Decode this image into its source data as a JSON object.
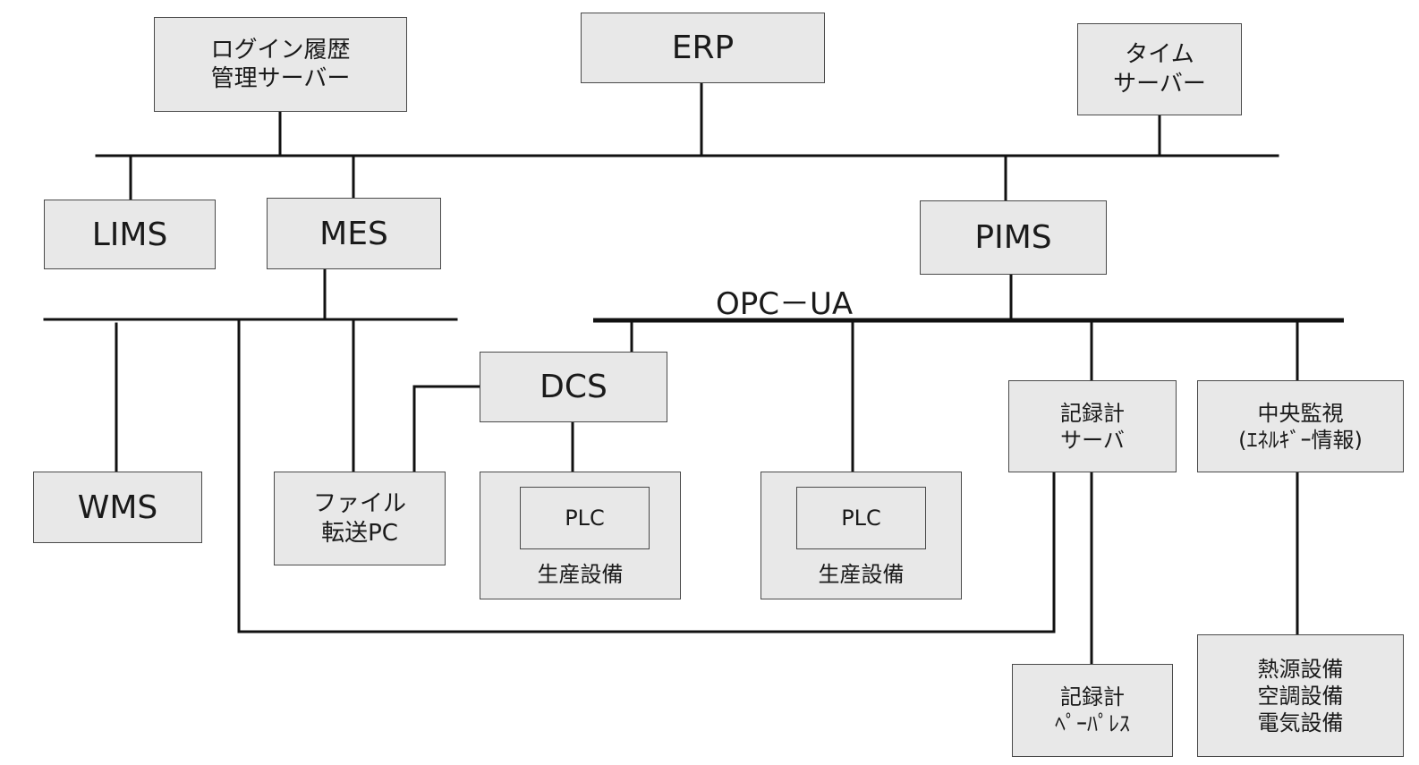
{
  "nodes": {
    "login_server": "ログイン履歴\n管理サーバー",
    "erp": "ERP",
    "time_server": "タイム\nサーバー",
    "lims": "LIMS",
    "mes": "MES",
    "pims": "PIMS",
    "wms": "WMS",
    "file_transfer_pc": "ファイル\n転送PC",
    "dcs": "DCS",
    "plc_1": "PLC",
    "equipment_1": "生産設備",
    "plc_2": "PLC",
    "equipment_2": "生産設備",
    "recorder_server": "記録計\nサーバ",
    "central_monitor": "中央監視\n(ｴﾈﾙｷﾞｰ情報)",
    "recorder_paperless": "記録計\nﾍﾟｰﾊﾟﾚｽ",
    "facilities": "熱源設備\n空調設備\n電気設備"
  },
  "network_label": "OPC－UA"
}
